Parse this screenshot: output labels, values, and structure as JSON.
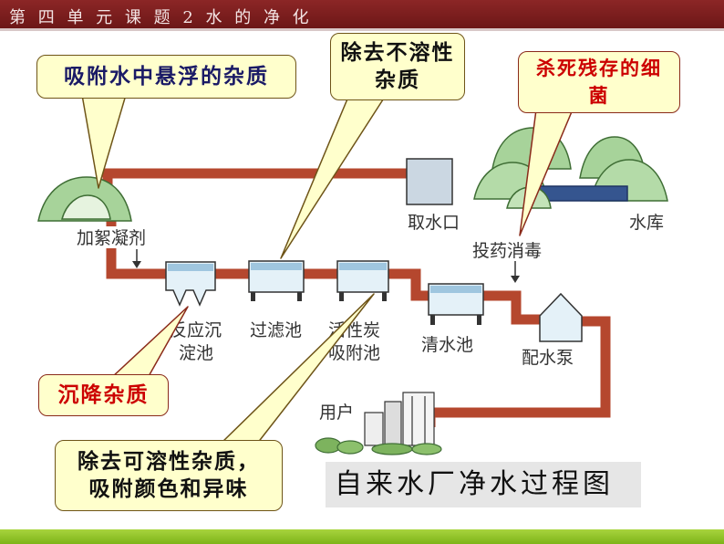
{
  "header": {
    "title": "第 四 单 元 课 题 2 水 的 净 化"
  },
  "callouts": {
    "adsorb_suspended": {
      "lines": [
        "吸附水中悬浮的杂质"
      ],
      "text_color": "#1a1a66"
    },
    "remove_insoluble": {
      "lines": [
        "除去不溶性",
        "杂质"
      ],
      "text_color": "#111111"
    },
    "kill_bacteria": {
      "lines": [
        "杀死残存的细",
        "菌"
      ],
      "text_color": "#cc0000"
    },
    "settle_impurities": {
      "lines": [
        "沉降杂质"
      ],
      "text_color": "#cc0000"
    },
    "remove_soluble": {
      "lines": [
        "除去可溶性杂质，",
        "吸附颜色和异味"
      ],
      "text_color": "#111111"
    }
  },
  "diagram": {
    "labels": {
      "intake": "取水口",
      "reservoir": "水库",
      "coagulant": "加絮凝剂",
      "disinfect": "投药消毒",
      "sedimentation": [
        "反应沉",
        "淀池"
      ],
      "filter": "过滤池",
      "carbon": [
        "活性炭",
        "吸附池"
      ],
      "clear_water": "清水池",
      "pump": "配水泵",
      "users": "用户"
    },
    "title": "自来水厂净水过程图"
  },
  "colors": {
    "header_bg": "#7b1f1f",
    "pipe": "#b5472e",
    "callout_fill": "#ffffcc",
    "footer": "#8cc43a",
    "water": "#35558f"
  }
}
